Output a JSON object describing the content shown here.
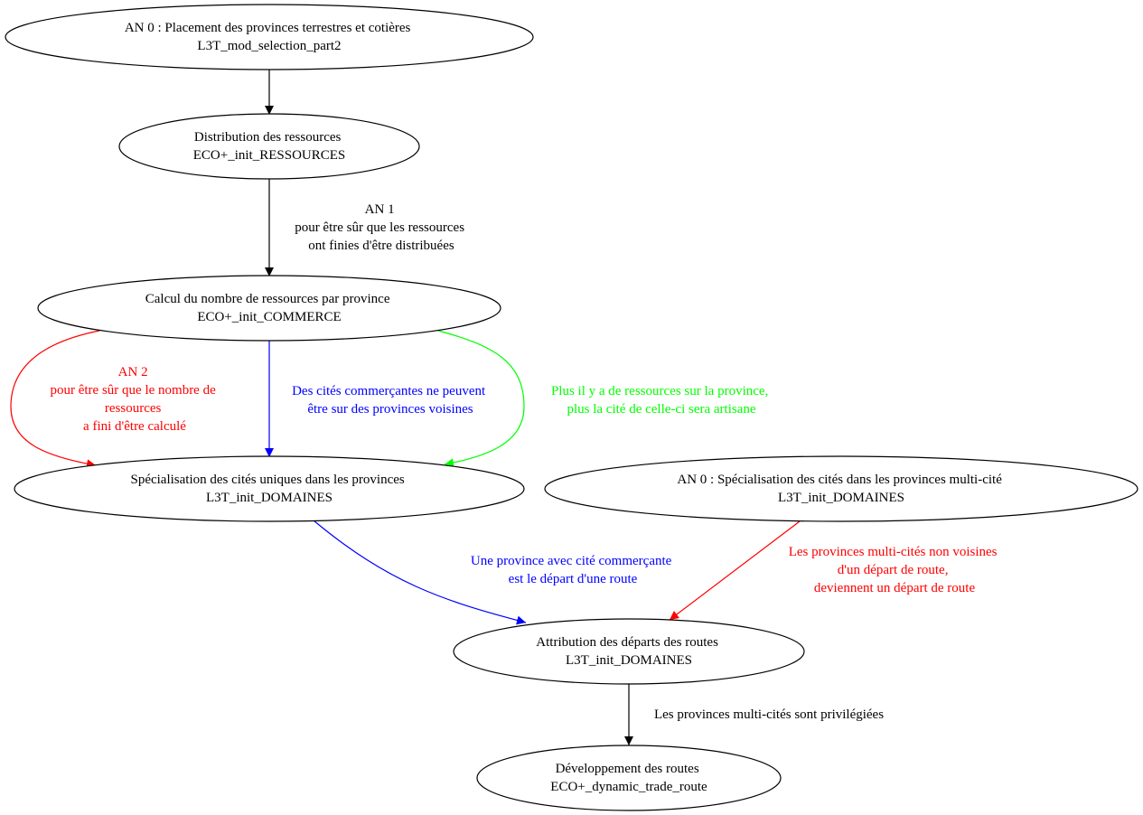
{
  "colors": {
    "black": "#000000",
    "red": "#ff0000",
    "blue": "#0000ff",
    "green": "#00ff00"
  },
  "nodes": {
    "placement": {
      "title": "AN 0 : Placement des provinces terrestres et cotières",
      "module": "L3T_mod_selection_part2"
    },
    "distribution": {
      "title": "Distribution des ressources",
      "module": "ECO+_init_RESSOURCES"
    },
    "calcul": {
      "title": "Calcul du nombre de ressources par province",
      "module": "ECO+_init_COMMERCE"
    },
    "specialisation_uniques": {
      "title": "Spécialisation des cités uniques dans les provinces",
      "module": "L3T_init_DOMAINES"
    },
    "specialisation_multi": {
      "title": "AN 0 : Spécialisation des cités dans les provinces multi-cité",
      "module": "L3T_init_DOMAINES"
    },
    "attribution": {
      "title": "Attribution des départs des routes",
      "module": "L3T_init_DOMAINES"
    },
    "developpement": {
      "title": "Développement des routes",
      "module": "ECO+_dynamic_trade_route"
    }
  },
  "edges": {
    "distribution_to_calcul": {
      "label": [
        "AN 1",
        "pour être sûr que les ressources",
        "ont finies d'être distribuées"
      ]
    },
    "calcul_to_specialisation_red": {
      "label": [
        "AN 2",
        "pour être sûr que le nombre de",
        "ressources",
        "a fini d'être calculé"
      ]
    },
    "calcul_to_specialisation_blue": {
      "label": [
        "Des cités commerçantes ne peuvent",
        "être sur des provinces voisines"
      ]
    },
    "calcul_to_specialisation_green": {
      "label": [
        "Plus il y a de ressources sur la province,",
        "plus la cité de celle-ci sera artisane"
      ]
    },
    "uniques_to_attribution": {
      "label": [
        "Une province avec cité commerçante",
        "est le départ d'une route"
      ]
    },
    "multi_to_attribution": {
      "label": [
        "Les provinces multi-cités non voisines",
        "d'un départ de route,",
        "deviennent un départ de route"
      ]
    },
    "attribution_to_developpement": {
      "label": [
        "Les provinces multi-cités sont privilégiées"
      ]
    }
  }
}
